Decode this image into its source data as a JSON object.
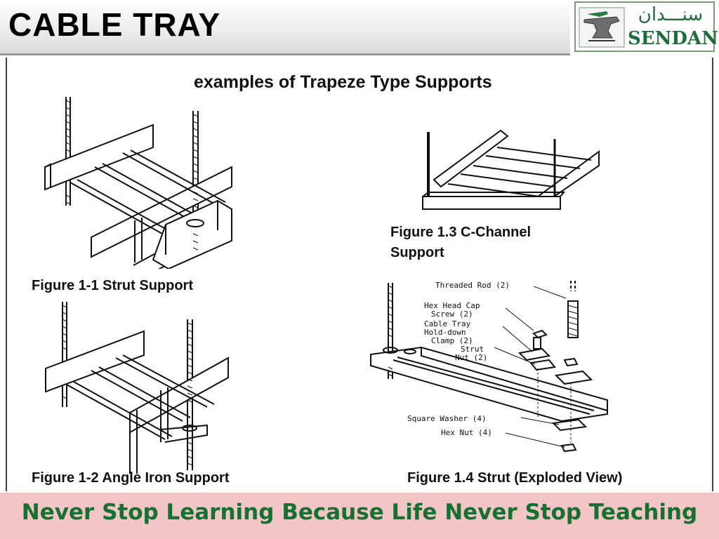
{
  "header": {
    "title": "CABLE  TRAY",
    "logo_arabic": "سنـــدان",
    "logo_latin": "SENDAN"
  },
  "subtitle": "examples of  Trapeze Type Supports",
  "figures": {
    "fig_1_1": {
      "caption": "Figure 1-1 Strut Support"
    },
    "fig_1_2": {
      "caption": "Figure 1-2 Angle Iron Support"
    },
    "fig_1_3": {
      "caption_line1": "Figure 1.3 C-Channel",
      "caption_line2": "Support"
    },
    "fig_1_4": {
      "caption": "Figure 1.4 Strut (Exploded View)",
      "labels": {
        "threaded_rod": "Threaded Rod (2)",
        "hex_head_1": "Hex Head Cap",
        "hex_head_2": "Screw (2)",
        "clamp_1": "Cable Tray",
        "clamp_2": "Hold-down",
        "clamp_3": "Clamp (2)",
        "strut_nut_1": "Strut",
        "strut_nut_2": "Nut (2)",
        "square_washer": "Square Washer (4)",
        "hex_nut": "Hex Nut (4)"
      }
    }
  },
  "footer": {
    "text": "Never Stop Learning Because Life Never Stop Teaching"
  },
  "colors": {
    "footer_bg": "#f2c6c6",
    "footer_text": "#16702f",
    "logo_green": "#1f6b3a"
  }
}
